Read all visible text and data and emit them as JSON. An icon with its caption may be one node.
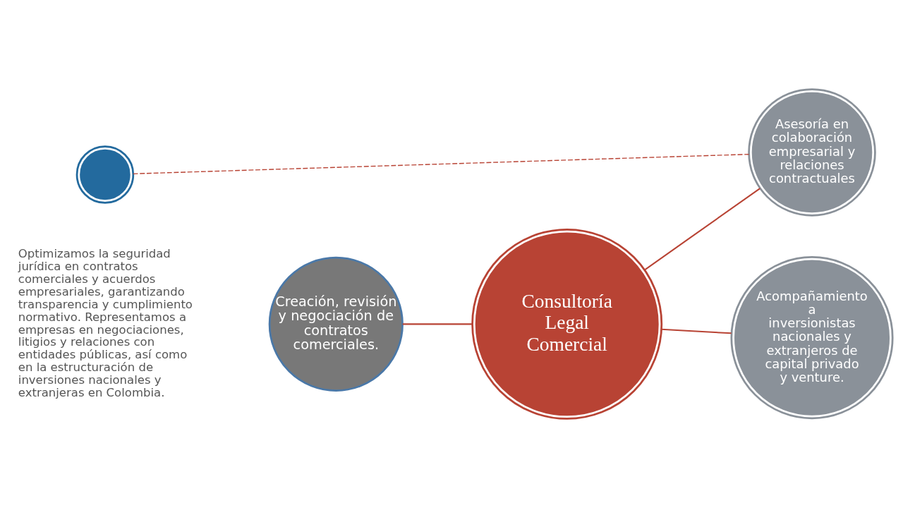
{
  "diagram": {
    "nodes": [
      {
        "text": [
          "Consultoría Legal Comercial"
        ]
      },
      {
        "text": [
          "Creación, revisión y negociación de contratos comerciales."
        ]
      },
      {
        "text": [
          "Asesoría en colaboración empresarial y relaciones contractuales"
        ]
      },
      {
        "text": [
          "Acompañamiento a inversionistas nacionales y extranjeros de capital privado y venture."
        ]
      },
      {
        "text": [],
        "shape": "circle"
      }
    ],
    "edges": [
      {
        "from": 1,
        "to": 0,
        "arrow": "none"
      },
      {
        "from": 0,
        "to": 2,
        "arrow": "none"
      },
      {
        "from": 0,
        "to": 3,
        "arrow": "none"
      },
      {
        "from": 4,
        "to": 2,
        "arrow": "none",
        "style": "dashed"
      }
    ],
    "labels": [
      "Optimizamos la seguridad jurídica en contratos comerciales y acuerdos empresariales, garantizando transparencia y cumplimiento normativo. Representamos a empresas en negociaciones, litigios y relaciones con entidades públicas, así como en la estructuración de inversiones nacionales y extranjeras en Colombia."
    ]
  }
}
